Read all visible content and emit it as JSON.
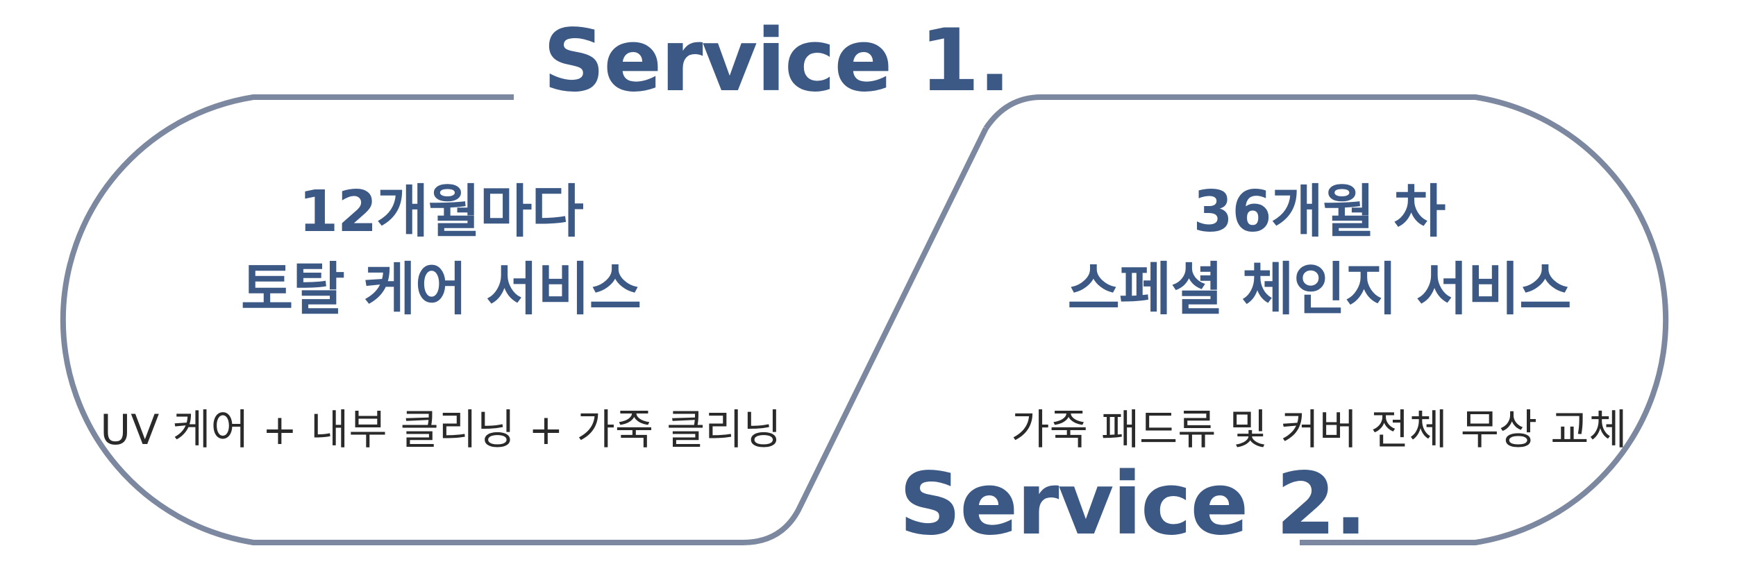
{
  "colors": {
    "heading": "#3c5985",
    "outline": "#7c889f",
    "body_text": "#2a2a2a"
  },
  "service1": {
    "heading": "Service 1.",
    "title_line1": "12개월마다",
    "title_line2": "토탈 케어 서비스",
    "description": "UV 케어 + 내부 클리닝 + 가죽 클리닝"
  },
  "service2": {
    "heading": "Service 2.",
    "title_line1": "36개월 차",
    "title_line2": "스페셜 체인지 서비스",
    "description": "가죽 패드류 및 커버 전체 무상 교체"
  }
}
